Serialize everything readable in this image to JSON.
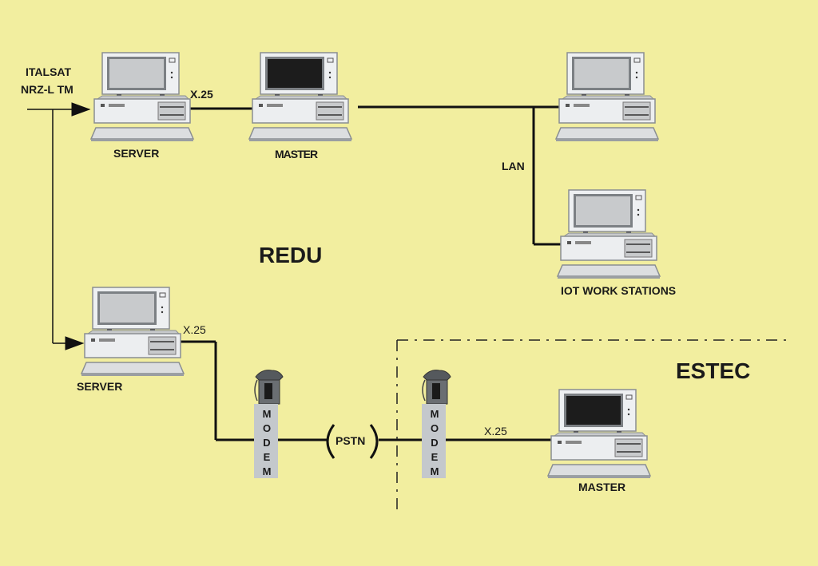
{
  "colors": {
    "background": "#f2ee9f",
    "line": "#1a1a1a",
    "computer_body": "#e6e8ea",
    "computer_shadow": "#9a9ea2",
    "screen_light": "#c8cacc",
    "screen_dark": "#1c1c1c",
    "modem": "#c4c8cc"
  },
  "regions": {
    "redu": "REDU",
    "estec": "ESTEC"
  },
  "labels": {
    "input_line1": "ITALSAT",
    "input_line2": "NRZ-L TM",
    "x25_top": "X.25",
    "x25_bottom": "X.25",
    "x25_estec": "X.25",
    "lan": "LAN",
    "pstn": "PSTN"
  },
  "nodes": {
    "server_top": "SERVER",
    "master_redu": "MASTER",
    "server_bottom": "SERVER",
    "iot_workstations": "IOT WORK STATIONS",
    "master_estec": "MASTER",
    "modem_left": [
      "M",
      "O",
      "D",
      "E",
      "M"
    ],
    "modem_right": [
      "M",
      "O",
      "D",
      "E",
      "M"
    ]
  }
}
